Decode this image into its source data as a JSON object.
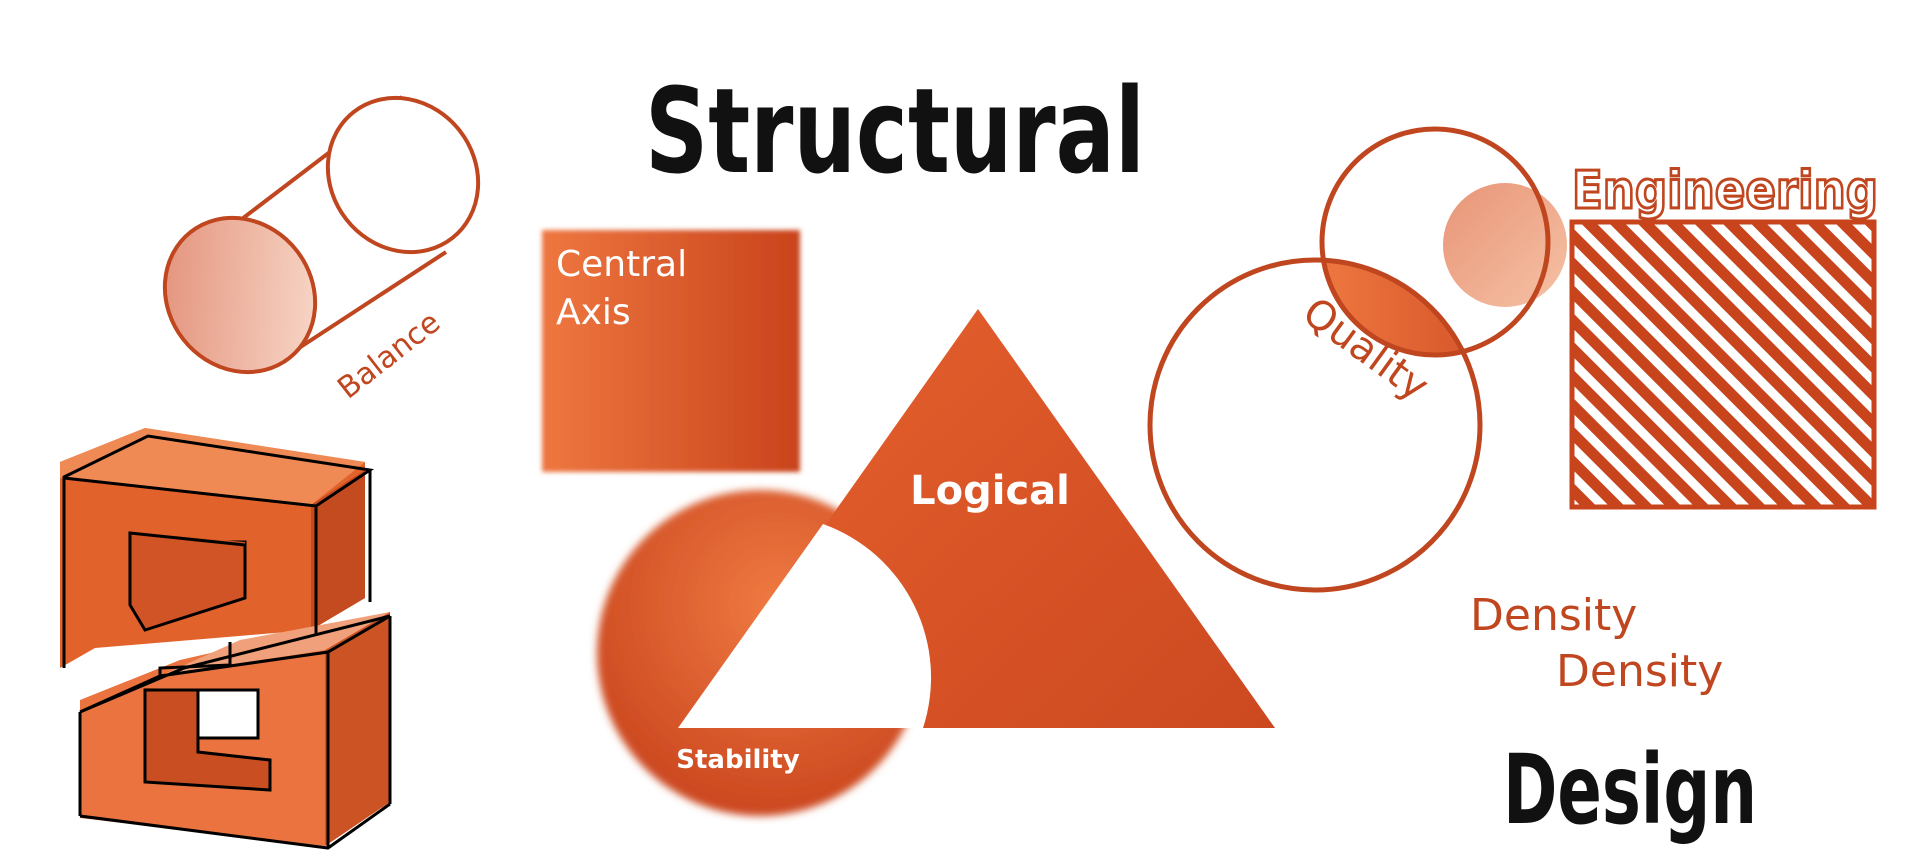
{
  "colors": {
    "accent": "#e0562a",
    "accent_dark": "#c8441c",
    "accent_light": "#ee7a40",
    "outline": "#c0461f",
    "peach": "#f3b194",
    "text_dark": "#111111",
    "white": "#ffffff"
  },
  "labels": {
    "structural": "Structural",
    "design": "Design",
    "engineering": "Engineering",
    "central_axis": [
      "Central",
      "Axis"
    ],
    "logical": "Logical",
    "stability": "Stability",
    "balance": "Balance",
    "quality": "Quality",
    "density_1": "Density",
    "density_2": "Density"
  },
  "icons": {
    "cylinder": "cylinder-icon",
    "blocks": "stacked-blocks-icon",
    "venn": "overlapping-circles-icon",
    "hatched": "hatched-square-icon"
  }
}
